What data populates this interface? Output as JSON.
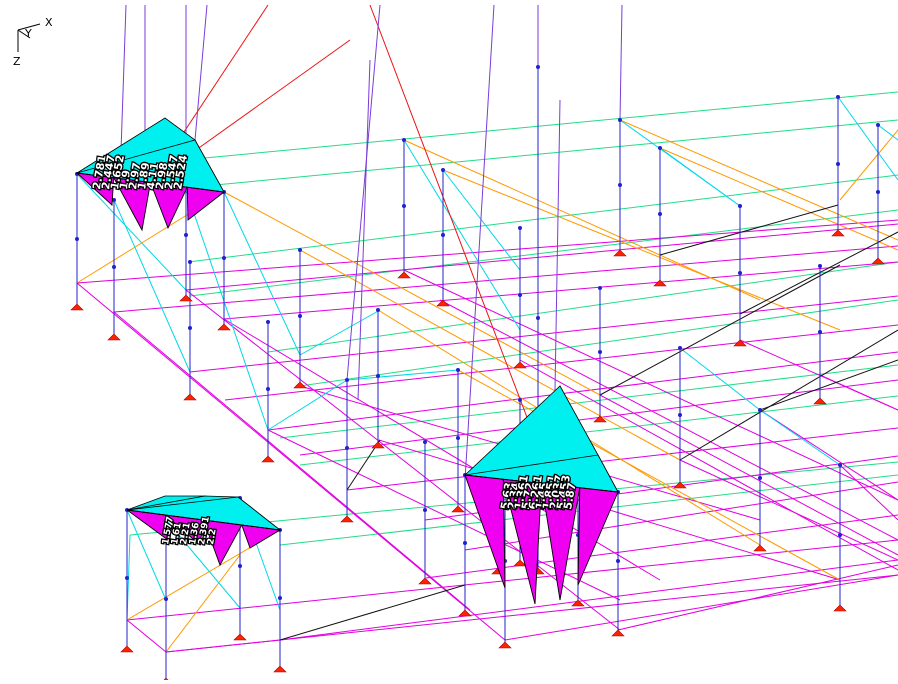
{
  "view": {
    "background": "#ffffff",
    "axes": {
      "x": "X",
      "y": "Y",
      "z": "Z"
    }
  },
  "colors": {
    "frame_magenta": "#e000e0",
    "frame_green": "#22dd88",
    "frame_cyan": "#00d8e8",
    "frame_orange": "#ff9900",
    "frame_red": "#ee1111",
    "frame_purple": "#7a3cd8",
    "column_blue": "#2222cc",
    "brace_black": "#111111",
    "support_red": "#ff2200",
    "diagram_positive": "#00f0f0",
    "diagram_negative": "#f000f0"
  },
  "icons": {
    "support": "pinned-support-icon",
    "joint": "joint-node-icon"
  },
  "diagram_clusters": [
    {
      "name": "force-diagram-top-left",
      "labels": [
        "2.781",
        "2.447",
        "1.652",
        "1.9",
        "2.97",
        "1.89",
        "4.11",
        "2.98",
        "2.547",
        "2.524"
      ]
    },
    {
      "name": "force-diagram-center",
      "labels": [
        "5.63",
        "2.34",
        "1.361",
        "5.72",
        "6.261",
        "1.45",
        "1.851",
        "2.037",
        "5.453",
        "5.87"
      ]
    },
    {
      "name": "force-diagram-bottom-left",
      "labels": [
        "1.577",
        "1.61",
        "2.21",
        "1.36",
        "2.391",
        "2.2"
      ]
    }
  ]
}
